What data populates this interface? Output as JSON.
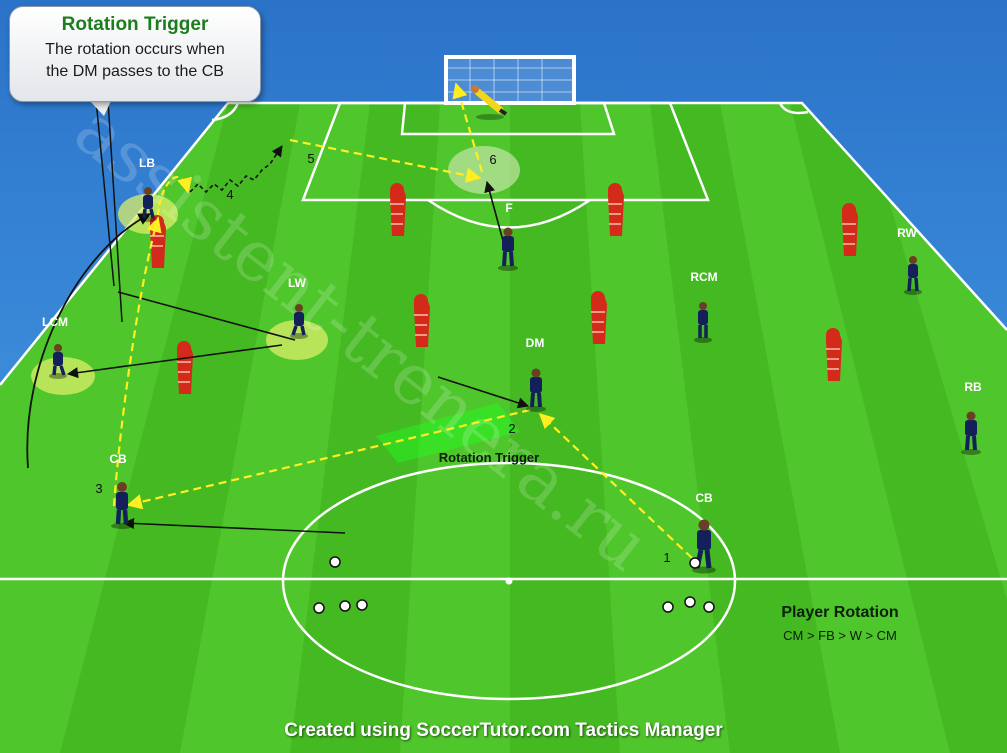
{
  "callout": {
    "title": "Rotation Trigger",
    "line1": "The rotation occurs when",
    "line2": "the DM passes to the CB"
  },
  "players": {
    "lb": "LB",
    "lw": "LW",
    "lcm": "LCM",
    "cb_left": "CB",
    "f": "F",
    "dm": "DM",
    "rcm": "RCM",
    "rw": "RW",
    "rb": "RB",
    "cb_right": "CB"
  },
  "steps": {
    "s1": "1",
    "s2": "2",
    "s3": "3",
    "s4": "4",
    "s5": "5",
    "s6": "6"
  },
  "trigger_zone_label": "Rotation Trigger",
  "legend": {
    "title": "Player Rotation",
    "sequence": "CM > FB > W > CM"
  },
  "credit": "Created using SoccerTutor.com Tactics Manager",
  "watermark": "assistent-trenera.ru",
  "colors": {
    "sky": "#2c86d8",
    "grass_light": "#4fc62b",
    "grass_dark": "#3fb51f",
    "player_kit": "#14205a",
    "mannequin": "#d42a1a",
    "pass_line": "#ffee22",
    "highlight": "#d9ee6a",
    "title_green": "#1d7d1d"
  }
}
